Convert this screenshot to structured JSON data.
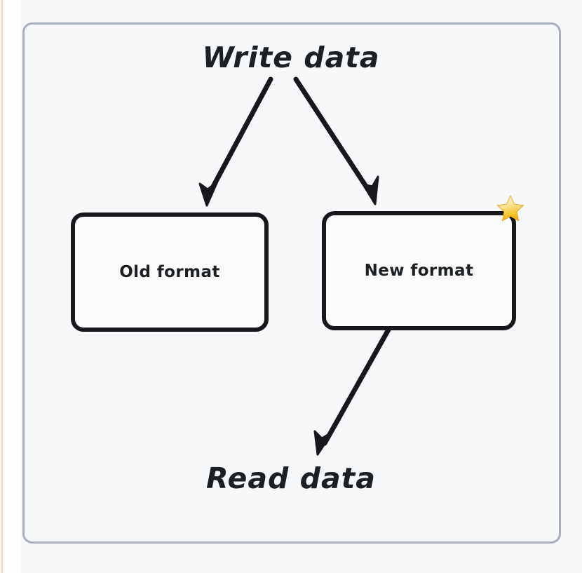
{
  "diagram": {
    "title_top": "Write data",
    "title_bottom": "Read data",
    "nodes": [
      {
        "id": "old-format",
        "label": "Old format",
        "starred": false
      },
      {
        "id": "new-format",
        "label": "New format",
        "starred": true
      }
    ],
    "badges": [
      {
        "icon": "star-icon",
        "attached_to": "new-format",
        "color": "#f5c02e"
      }
    ],
    "edges": [
      {
        "from": "Write data",
        "to": "Old format",
        "arrow": "down-left-arrow"
      },
      {
        "from": "Write data",
        "to": "New format",
        "arrow": "down-right-arrow"
      },
      {
        "from": "New format",
        "to": "Read data",
        "arrow": "down-left-arrow"
      }
    ],
    "colors": {
      "frame_border": "#a9b1bf",
      "canvas_background": "#f7f8fa",
      "node_border": "#16181b",
      "node_fill": "#fbfbfc",
      "ink": "#1d2023",
      "star_gold": "#f5c02e",
      "star_highlight": "#fdf6d2",
      "left_rule": "#f3d9b6"
    }
  }
}
